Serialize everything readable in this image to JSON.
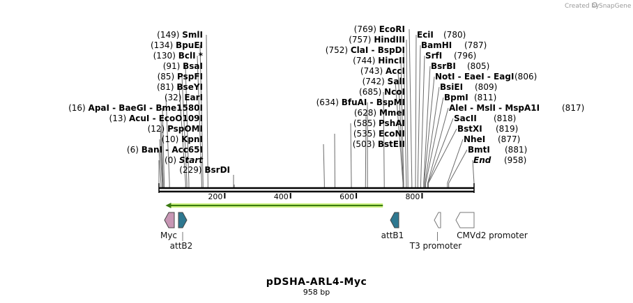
{
  "credit": "Created by",
  "credit_brand": "SnapGene",
  "map_title": "pDSHA-ARL4-Myc",
  "map_length": "958 bp",
  "sequence_length": 958,
  "axis_ticks": [
    {
      "pos": 200,
      "label": "200"
    },
    {
      "pos": 400,
      "label": "400"
    },
    {
      "pos": 600,
      "label": "600"
    },
    {
      "pos": 800,
      "label": "800"
    }
  ],
  "colors": {
    "backbone": "#000000",
    "orf_arrow": "#3a7a10",
    "orf_fill": "#c8f07a",
    "myc": "#c796b4",
    "attB": "#2e7890",
    "promoter": "#ffffff"
  },
  "sites_left": [
    {
      "pos_label": "(149)",
      "name": "SmlI",
      "bp": 149
    },
    {
      "pos_label": "(134)",
      "name": "BpuEI",
      "bp": 134
    },
    {
      "pos_label": "(130)",
      "name": "BclI *",
      "bp": 130
    },
    {
      "pos_label": "(91)",
      "name": "BsaI",
      "bp": 91
    },
    {
      "pos_label": "(85)",
      "name": "PspFI",
      "bp": 85
    },
    {
      "pos_label": "(81)",
      "name": "BseYI",
      "bp": 81
    },
    {
      "pos_label": "(32)",
      "name": "EarI",
      "bp": 32
    },
    {
      "pos_label": "(16)",
      "name": "ApaI  - BaeGI  - Bme1580I",
      "bp": 16
    },
    {
      "pos_label": "(13)",
      "name": "AcuI  - EcoO109I",
      "bp": 13
    },
    {
      "pos_label": "(12)",
      "name": "PspOMI",
      "bp": 12
    },
    {
      "pos_label": "(10)",
      "name": "KpnI",
      "bp": 10
    },
    {
      "pos_label": "(6)",
      "name": "BanI  - Acc65I",
      "bp": 6
    },
    {
      "pos_label": "(0)",
      "name": "Start",
      "bp": 0,
      "italic": true
    }
  ],
  "sites_mid": [
    {
      "pos_label": "(229)",
      "name": "BsrDI",
      "bp": 229
    }
  ],
  "sites_center": [
    {
      "pos_label": "(769)",
      "name": "EcoRI",
      "bp": 769
    },
    {
      "pos_label": "(757)",
      "name": "HindIII",
      "bp": 757
    },
    {
      "pos_label": "(752)",
      "name": "ClaI  - BspDI",
      "bp": 752
    },
    {
      "pos_label": "(744)",
      "name": "HincII",
      "bp": 744
    },
    {
      "pos_label": "(743)",
      "name": "AccI",
      "bp": 743
    },
    {
      "pos_label": "(742)",
      "name": "SalI",
      "bp": 742
    },
    {
      "pos_label": "(685)",
      "name": "NcoI",
      "bp": 685
    },
    {
      "pos_label": "(634)",
      "name": "BfuAI  - BspMI",
      "bp": 634
    },
    {
      "pos_label": "(628)",
      "name": "MmeI",
      "bp": 628
    },
    {
      "pos_label": "(585)",
      "name": "PshAI",
      "bp": 585
    },
    {
      "pos_label": "(535)",
      "name": "EcoNI",
      "bp": 535
    },
    {
      "pos_label": "(503)",
      "name": "BstEII",
      "bp": 503
    }
  ],
  "sites_right": [
    {
      "name": "EciI",
      "pos_label": "(780)",
      "bp": 780
    },
    {
      "name": "BamHI",
      "pos_label": "(787)",
      "bp": 787
    },
    {
      "name": "SrfI",
      "pos_label": "(796)",
      "bp": 796
    },
    {
      "name": "BsrBI",
      "pos_label": "(805)",
      "bp": 805
    },
    {
      "name": "NotI  - EaeI  - EagI",
      "pos_label": "(806)",
      "bp": 806
    },
    {
      "name": "BsiEI",
      "pos_label": "(809)",
      "bp": 809
    },
    {
      "name": "BpmI",
      "pos_label": "(811)",
      "bp": 811
    },
    {
      "name": "AleI  - MslI  - MspA1I",
      "pos_label": "(817)",
      "bp": 817
    },
    {
      "name": "SacII",
      "pos_label": "(818)",
      "bp": 818
    },
    {
      "name": "BstXI",
      "pos_label": "(819)",
      "bp": 819
    },
    {
      "name": "NheI",
      "pos_label": "(877)",
      "bp": 877
    },
    {
      "name": "BmtI",
      "pos_label": "(881)",
      "bp": 881
    },
    {
      "name": "End",
      "pos_label": "(958)",
      "bp": 958,
      "italic": true
    }
  ],
  "features": [
    {
      "name": "Myc",
      "start": 20,
      "end": 50,
      "dir": "left",
      "color": "myc"
    },
    {
      "name": "attB2",
      "start": 60,
      "end": 85,
      "dir": "right",
      "color": "attB"
    },
    {
      "name": "attB1",
      "start": 705,
      "end": 730,
      "dir": "left",
      "color": "attB"
    },
    {
      "name": "T3 promoter",
      "start": 840,
      "end": 860,
      "dir": "left",
      "color": "promoter"
    },
    {
      "name": "CMVd2 promoter",
      "start": 900,
      "end": 958,
      "dir": "left",
      "color": "promoter"
    }
  ],
  "orf": {
    "start": 20,
    "end": 685,
    "dir": "left"
  }
}
